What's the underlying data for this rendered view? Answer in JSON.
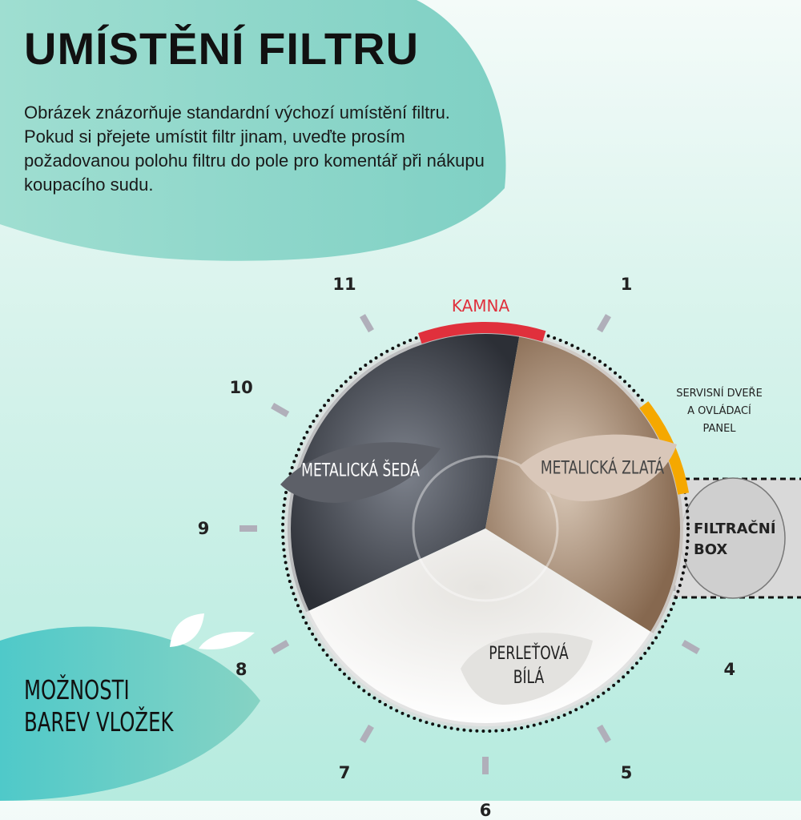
{
  "header": {
    "title": "UMÍSTĚNÍ FILTRU",
    "description": "Obrázek znázorňuje standardní výchozí umístění filtru. Pokud si přejete umístit filtr jinam, uveďte prosím požadovanou polohu filtru do pole pro komentář při nákupu koupacího sudu."
  },
  "diagram": {
    "hours": [
      "1",
      "4",
      "5",
      "6",
      "7",
      "8",
      "9",
      "10",
      "11"
    ],
    "stove_label": "KAMNA",
    "service_label_lines": [
      "SERVISNÍ DVEŘE",
      "A OVLÁDACÍ",
      "PANEL"
    ],
    "filter_label_lines": [
      "FILTRAČNÍ",
      "BOX"
    ],
    "colors": [
      {
        "name": "METALICKÁ ŠEDÁ",
        "hex": "#4a4e57"
      },
      {
        "name": "METALICKÁ ZLATÁ",
        "hex": "#9a7e66"
      },
      {
        "name_lines": [
          "PERLEŤOVÁ",
          "BÍLÁ"
        ],
        "hex": "#f2f1ee"
      }
    ],
    "stove_color": "#e0303c",
    "service_color": "#f5a800"
  },
  "footer": {
    "title_lines": [
      "MOŽNOSTI",
      "BAREV VLOŽEK"
    ]
  }
}
